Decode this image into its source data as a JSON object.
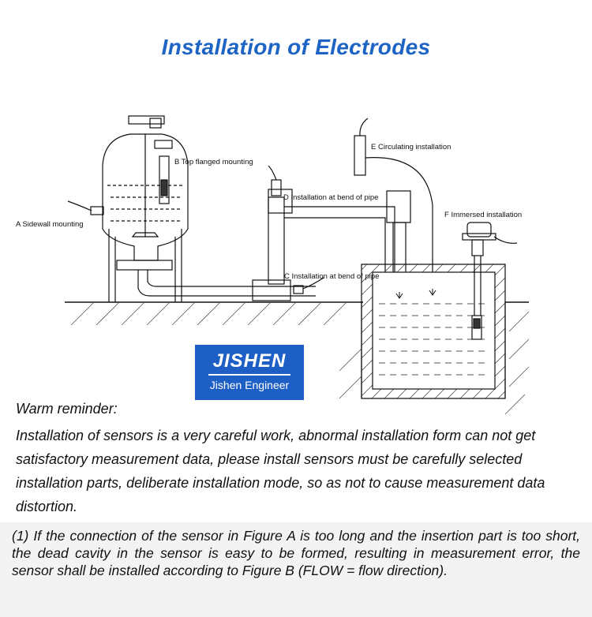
{
  "title": "Installation of Electrodes",
  "labels": {
    "a": "A  Sidewall mounting",
    "b": "B  Top flanged mounting",
    "c": "C  Installation at bend of pipe",
    "d": "D  Installation at bend of pipe",
    "e": "E  Circulating installation",
    "f": "F  Immersed installation"
  },
  "logo": {
    "mark": "JISHEN",
    "text": "Jishen Engineer"
  },
  "reminder": {
    "heading": "Warm reminder:",
    "body": "Installation of sensors is a very careful work, abnormal installation form can not get satisfactory measurement data, please install sensors must be carefully selected installation parts, deliberate installation mode, so as not to cause measurement data distortion."
  },
  "note": "(1) If the connection of the sensor in Figure A is too long and the insertion part is too short, the dead cavity in the sensor is easy to be formed, resulting in measurement error, the sensor shall be installed according to Figure B (FLOW = flow direction)."
}
